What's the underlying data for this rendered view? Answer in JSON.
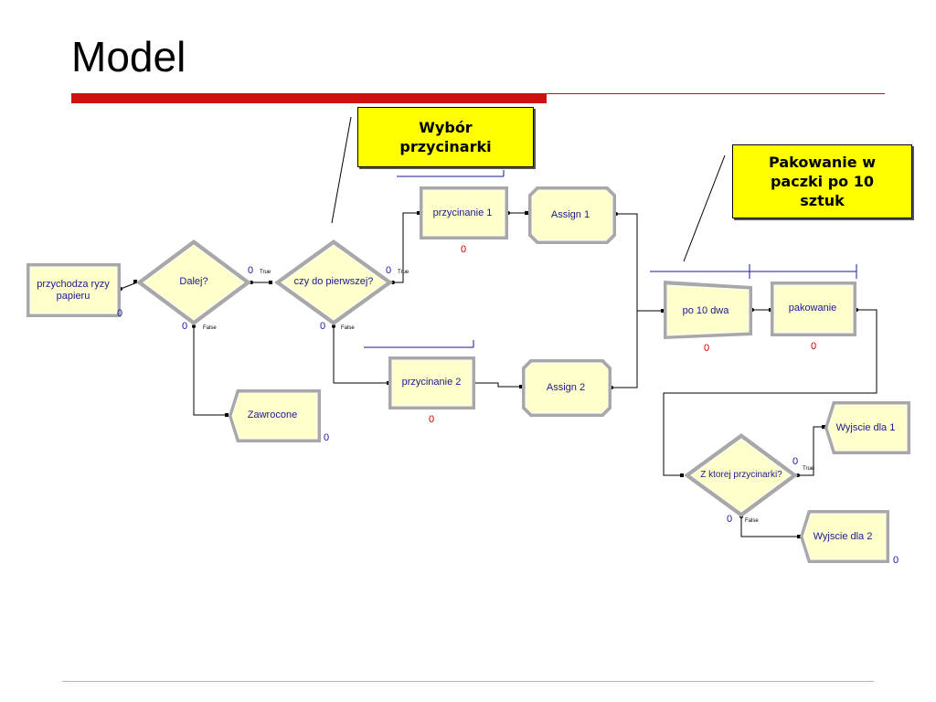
{
  "title": "Model",
  "callouts": {
    "wybor": "Wybór\nprzycinarki",
    "pakowanie": "Pakowanie w\npaczki po 10\nsztuk"
  },
  "nodes": {
    "create": {
      "label1": "przychodza ryzy",
      "label2": "papieru",
      "count": "0"
    },
    "dalej": {
      "label": "Dalej?",
      "count_true": "0",
      "count_false": "0",
      "true_label": "True",
      "false_label": "False"
    },
    "czy": {
      "label": "czy do pierwszej?",
      "count_true": "0",
      "count_false": "0",
      "true_label": "True",
      "false_label": "False"
    },
    "przycinanie1": {
      "label": "przycinanie 1",
      "count": "0"
    },
    "assign1": {
      "label": "Assign 1"
    },
    "przycinanie2": {
      "label": "przycinanie 2",
      "count": "0"
    },
    "assign2": {
      "label": "Assign 2"
    },
    "zawrocone": {
      "label": "Zawrocone",
      "count": "0"
    },
    "po10": {
      "label": "po 10 dwa",
      "count": "0"
    },
    "pakowanie": {
      "label": "pakowanie",
      "count": "0"
    },
    "zktorej": {
      "label": "Z ktorej przycinarki?",
      "count_true": "0",
      "count_false": "0",
      "true_label": "True",
      "false_label": "False"
    },
    "wyjscie1": {
      "label": "Wyjscie dla 1"
    },
    "wyjscie2": {
      "label": "Wyjscie dla 2",
      "count": "0"
    }
  },
  "colors": {
    "accent": "#cc1111",
    "block_fill": "#ffffcc",
    "block_border": "#808080",
    "callout_fill": "#ffff00",
    "text": "#1a1a8c"
  }
}
